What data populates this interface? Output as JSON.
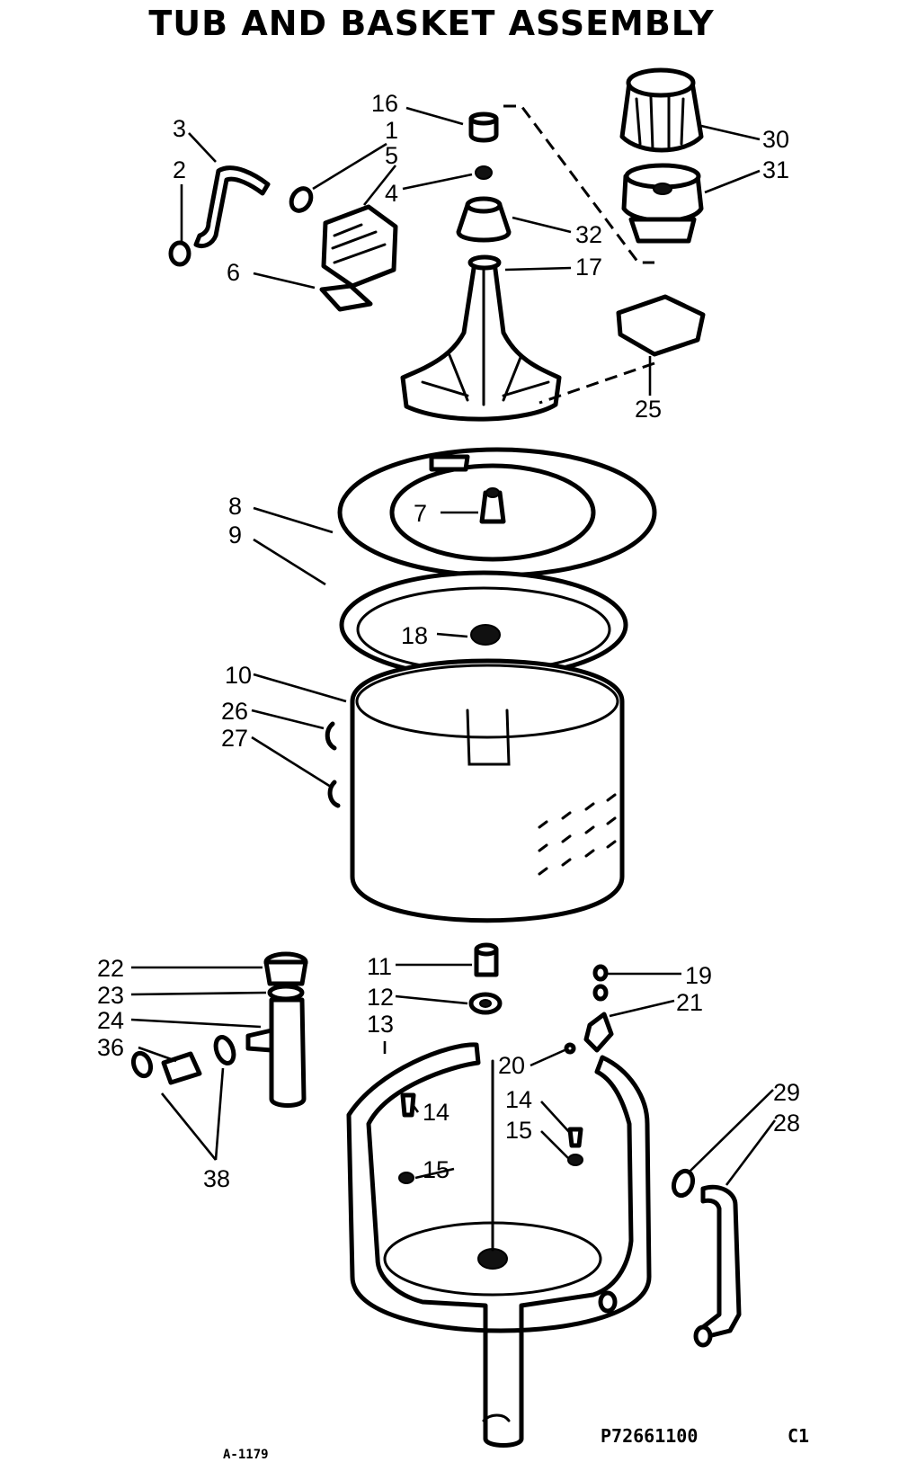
{
  "title": "TUB AND BASKET ASSEMBLY",
  "callouts": [
    {
      "text": "16"
    },
    {
      "text": "1"
    },
    {
      "text": "3"
    },
    {
      "text": "5"
    },
    {
      "text": "2"
    },
    {
      "text": "4"
    },
    {
      "text": "32"
    },
    {
      "text": "17"
    },
    {
      "text": "6"
    },
    {
      "text": "30"
    },
    {
      "text": "31"
    },
    {
      "text": "25"
    },
    {
      "text": "8"
    },
    {
      "text": "9"
    },
    {
      "text": "7"
    },
    {
      "text": "18"
    },
    {
      "text": "10"
    },
    {
      "text": "26"
    },
    {
      "text": "27"
    },
    {
      "text": "22"
    },
    {
      "text": "23"
    },
    {
      "text": "24"
    },
    {
      "text": "36"
    },
    {
      "text": "38"
    },
    {
      "text": "11"
    },
    {
      "text": "12"
    },
    {
      "text": "13"
    },
    {
      "text": "19"
    },
    {
      "text": "21"
    },
    {
      "text": "20"
    },
    {
      "text": "14"
    },
    {
      "text": "14"
    },
    {
      "text": "15"
    },
    {
      "text": "15"
    },
    {
      "text": "29"
    },
    {
      "text": "28"
    }
  ],
  "footer": {
    "left_code": "A-1179",
    "part_code": "P72661100",
    "sheet": "C1"
  }
}
